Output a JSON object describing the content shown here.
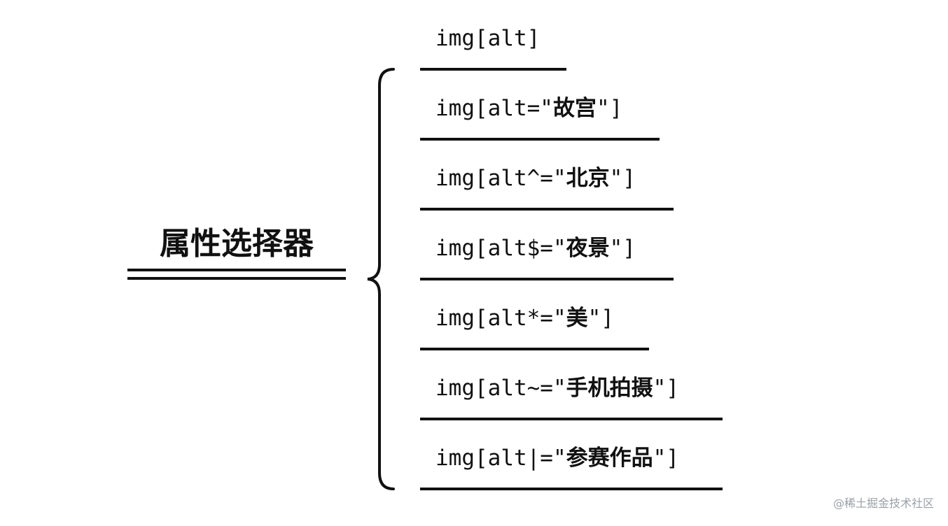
{
  "root": {
    "label": "属性选择器"
  },
  "items": [
    {
      "code": "img[alt]",
      "value": ""
    },
    {
      "code": "img[alt=\"",
      "value": "故宫",
      "close": "\"]"
    },
    {
      "code": "img[alt^=\"",
      "value": "北京",
      "close": "\"]"
    },
    {
      "code": "img[alt$=\"",
      "value": "夜景",
      "close": "\"]"
    },
    {
      "code": "img[alt*=\"",
      "value": "美",
      "close": "\"]"
    },
    {
      "code": "img[alt~=\"",
      "value": "手机拍摄",
      "close": "\"]"
    },
    {
      "code": "img[alt|=\"",
      "value": "参赛作品",
      "close": "\"]"
    }
  ],
  "watermark": "@稀土掘金技术社区"
}
